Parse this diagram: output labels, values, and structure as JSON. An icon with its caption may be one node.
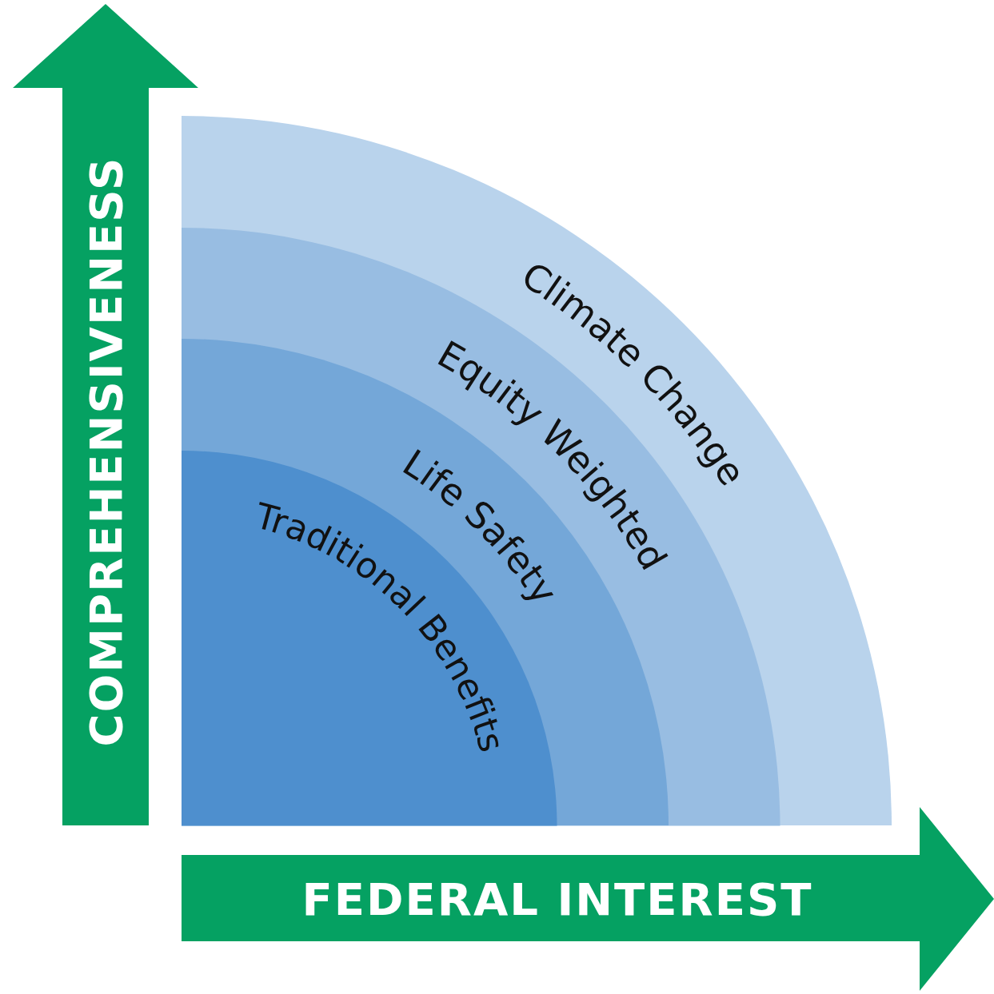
{
  "diagram": {
    "nodes": [
      {
        "text": [
          "Climate Change"
        ]
      },
      {
        "text": [
          "Equity Weighted"
        ],
        "in": 0
      },
      {
        "text": [
          "Life Safety"
        ],
        "in": 1
      },
      {
        "text": [
          "Traditional Benefits"
        ],
        "in": 2
      },
      {
        "text": [
          "COMPREHENSIVENESS"
        ]
      },
      {
        "text": [
          "FEDERAL INTEREST"
        ]
      }
    ]
  }
}
